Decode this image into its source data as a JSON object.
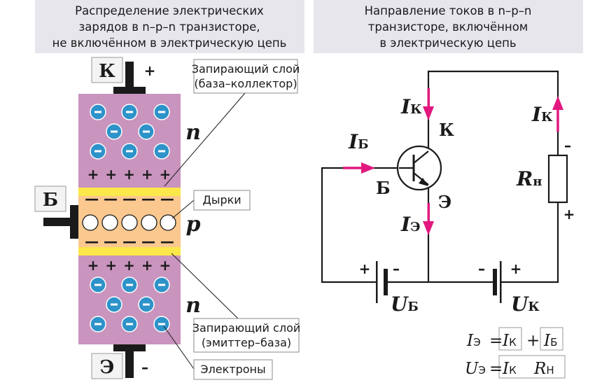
{
  "left_panel": {
    "caption_lines": [
      "Распределение электрических",
      "зарядов в n–p–n транзисторе,",
      "не включённом в электрическую цепь"
    ],
    "terminal_k": "К",
    "terminal_b": "Б",
    "terminal_e": "Э",
    "sign_plus": "+",
    "sign_minus": "–",
    "plus_row": "+ + + + +",
    "dash_row": "— — — — —",
    "region_n": "n",
    "region_p": "p",
    "callout_top_lines": [
      "Запирающий слой",
      "(база–коллектор)"
    ],
    "callout_holes": "Дырки",
    "callout_bottom_lines": [
      "Запирающий слой",
      "(эмиттер–база)"
    ],
    "callout_electrons": "Электроны",
    "electron_sign": "–",
    "colors": {
      "n_region": "#c994bd",
      "p_region": "#fbc88f",
      "depletion": "#fbe84a",
      "electron": "#2d93c9",
      "caption_bg": "#e8e6ed"
    }
  },
  "right_panel": {
    "caption_lines": [
      "Направление токов в n–p–n",
      "транзисторе, включённом",
      "в электрическую цепь"
    ],
    "ik_main": "I",
    "ik_sub": "К",
    "ib_main": "I",
    "ib_sub": "Б",
    "ie_main": "I",
    "ie_sub": "Э",
    "ik_right_main": "I",
    "ik_right_sub": "К",
    "node_k": "К",
    "node_b": "Б",
    "node_e": "Э",
    "rn_main": "R",
    "rn_sub": "н",
    "ub_main": "U",
    "ub_sub": "Б",
    "uk_main": "U",
    "uk_sub": "К",
    "plus": "+",
    "minus": "–",
    "eq1": {
      "lhs_main": "I",
      "lhs_sub": "Э",
      "eq": "=",
      "a_main": "I",
      "a_sub": "К",
      "op": "+",
      "b_main": "I",
      "b_sub": "Б"
    },
    "eq2": {
      "lhs_main": "U",
      "lhs_sub": "Э",
      "eq": "=",
      "a_main": "I",
      "a_sub": "К",
      "b_main": "R",
      "b_sub": "Н"
    },
    "colors": {
      "arrow": "#e2187f",
      "wire": "#1a1a1a"
    }
  }
}
